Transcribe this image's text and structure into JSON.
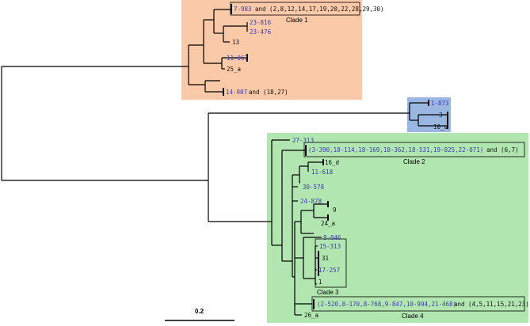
{
  "colors": {
    "clade1_bg": "#f9c9a8",
    "clade2_bg": "#b1e6b0",
    "outgroup_bg": "#9ab7e1",
    "label_blue": "#3b3bb0",
    "label_black": "#111111"
  },
  "clade_labels": {
    "c1": "Clade 1",
    "c2": "Clade 2",
    "c3": "Clade 3",
    "c4": "Clade 4"
  },
  "scale_bar": {
    "label": "0.2"
  },
  "leaves": {
    "l7983": "7-983",
    "l7983_and": "and (2,8,12,14,17,19,20,22,28,29,30)",
    "l23816": "23-816",
    "l23476": "23-476",
    "l13": "13",
    "l11067": "11-067",
    "l25a": "25_a",
    "l14907": "14-907",
    "l14907_and": "and (18,27)",
    "l1873": "1-873",
    "l3": "3",
    "l10a": "10_a",
    "l27313": "27-313",
    "l3390": "(3-390,18-114,18-169,18-362,18-531,19-825,22-071)",
    "l3390_and": "and (6,7)",
    "l16d": "16_d",
    "l11618": "11-618",
    "l30578": "30-578",
    "l24878": "24-878",
    "l9": "9",
    "l24a": "24_a",
    "l8046": "8-046",
    "l15313": "15-313",
    "l31": "31",
    "l17257": "17-257",
    "l1": "1",
    "l2520": "(2-520,8-170,8-768,9-847,10-994,21-468)",
    "l2520_and": "and (4,5,11,15,21,23)",
    "l26a": "26_a"
  }
}
